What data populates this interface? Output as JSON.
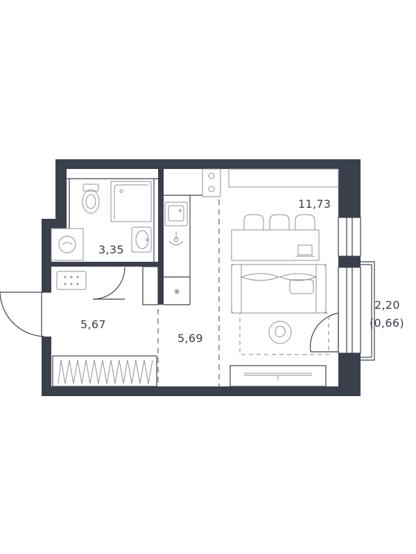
{
  "rooms": [
    {
      "id": "bathroom",
      "area": "3,35"
    },
    {
      "id": "hallway",
      "area": "5,67"
    },
    {
      "id": "kitchen",
      "area": "5,69"
    },
    {
      "id": "living",
      "area": "11,73"
    },
    {
      "id": "balcony",
      "area": "2,20"
    },
    {
      "id": "balcony-reduced",
      "area": "(0,66)"
    }
  ],
  "colors": {
    "wall": "#3a3f4c",
    "line": "#3a3f4c",
    "furniture": "#8a8f99"
  }
}
